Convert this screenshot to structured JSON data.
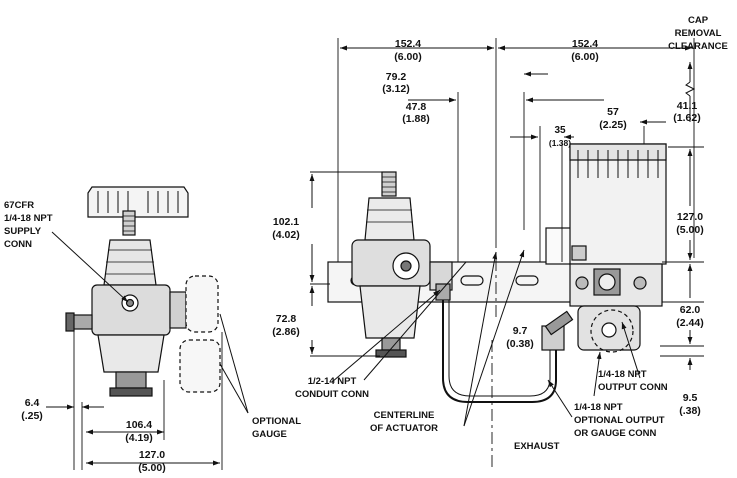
{
  "dimensions": {
    "d_152_left": [
      "152.4",
      "(6.00)"
    ],
    "d_152_right": [
      "152.4",
      "(6.00)"
    ],
    "d_79": [
      "79.2",
      "(3.12)"
    ],
    "d_47": [
      "47.8",
      "(1.88)"
    ],
    "d_35": [
      "35",
      "(1.38)"
    ],
    "d_57": [
      "57",
      "(2.25)"
    ],
    "d_41": [
      "41.1",
      "(1.62)"
    ],
    "d_102": [
      "102.1",
      "(4.02)"
    ],
    "d_127_v": [
      "127.0",
      "(5.00)"
    ],
    "d_72": [
      "72.8",
      "(2.86)"
    ],
    "d_62": [
      "62.0",
      "(2.44)"
    ],
    "d_9_7": [
      "9.7",
      "(0.38)"
    ],
    "d_9_5": [
      "9.5",
      "(.38)"
    ],
    "d_6_4": [
      "6.4",
      "(.25)"
    ],
    "d_106": [
      "106.4",
      "(4.19)"
    ],
    "d_127_h": [
      "127.0",
      "(5.00)"
    ]
  },
  "labels": {
    "cap_removal": [
      "CAP",
      "REMOVAL",
      "CLEARANCE"
    ],
    "supply": [
      "67CFR",
      "1/4-18 NPT",
      "SUPPLY",
      "CONN"
    ],
    "optional_gauge": [
      "OPTIONAL",
      "GAUGE"
    ],
    "conduit": [
      "1/2-14 NPT",
      "CONDUIT CONN"
    ],
    "centerline": [
      "CENTERLINE",
      "OF ACTUATOR"
    ],
    "exhaust": [
      "EXHAUST"
    ],
    "output": [
      "1/4-18 NPT",
      "OUTPUT CONN"
    ],
    "optional_output": [
      "1/4-18 NPT",
      "OPTIONAL OUTPUT",
      "OR GAUGE CONN"
    ]
  }
}
